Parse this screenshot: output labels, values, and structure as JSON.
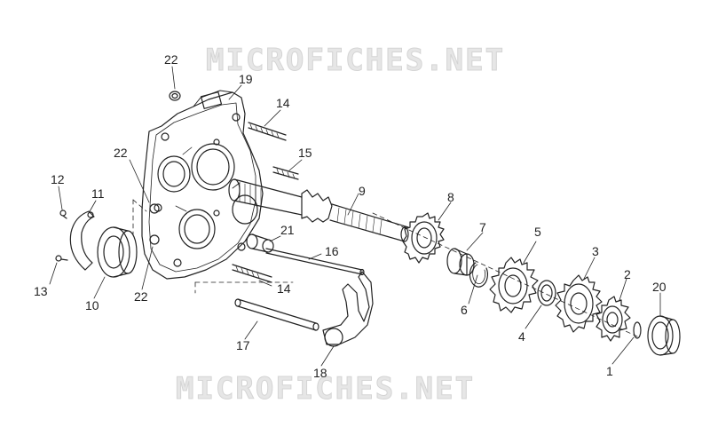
{
  "watermark": {
    "top_text": "MICROFICHES.NET",
    "bottom_text": "MICROFICHES.NET"
  },
  "callouts": {
    "c1": "1",
    "c2": "2",
    "c3": "3",
    "c4": "4",
    "c5": "5",
    "c6": "6",
    "c7": "7",
    "c8": "8",
    "c9": "9",
    "c10": "10",
    "c11": "11",
    "c12": "12",
    "c13": "13",
    "c14a": "14",
    "c14b": "14",
    "c15": "15",
    "c16": "16",
    "c17": "17",
    "c18": "18",
    "c19": "19",
    "c20": "20",
    "c21": "21",
    "c22a": "22",
    "c22b": "22",
    "c22c": "22"
  },
  "colors": {
    "line": "#222222",
    "watermark": "#e3e3e3"
  }
}
